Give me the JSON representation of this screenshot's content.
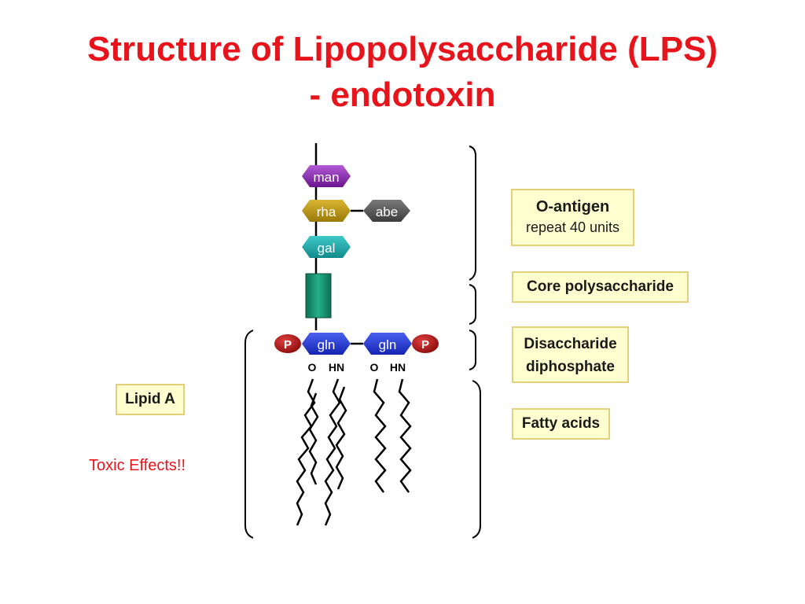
{
  "slide": {
    "title_line1": "Structure of Lipopolysaccharide (LPS)",
    "title_line2": "- endotoxin",
    "annotation": "Toxic Effects!!"
  },
  "sugars": {
    "man": "man",
    "rha": "rha",
    "abe": "abe",
    "gal": "gal",
    "gln_left": "gln",
    "gln_right": "gln",
    "phosphate_left": "P",
    "phosphate_right": "P"
  },
  "atoms": {
    "o_left": "O",
    "hn_left": "HN",
    "o_right": "O",
    "hn_right": "HN"
  },
  "labels": {
    "o_antigen_title": "O-antigen",
    "o_antigen_sub": "repeat 40 units",
    "core": "Core polysaccharide",
    "disaccharide_1": "Disaccharide",
    "disaccharide_2": "diphosphate",
    "fatty_acids": "Fatty acids",
    "lipid_a": "Lipid A"
  },
  "colors": {
    "title": "#e8141c",
    "man": "#7f1fa8",
    "rha": "#b8920c",
    "abe": "#505050",
    "gal": "#1ba5a5",
    "gln": "#1a2fd0",
    "phosphate": "#b01414",
    "core": "#138a6a",
    "label_fill": "#ffffd0",
    "label_border": "#e6cf7a"
  }
}
